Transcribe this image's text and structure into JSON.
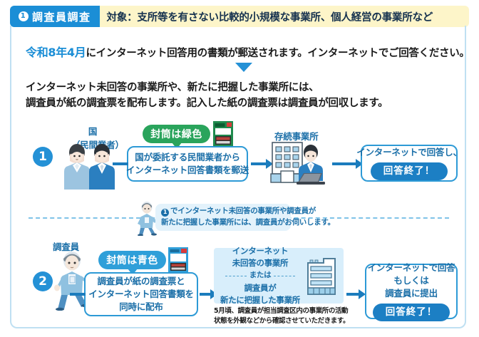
{
  "header": {
    "number": "1",
    "tab_label": "調査員調査",
    "subject": "対象：支所等を有さない比較的小規模な事業所、個人経営の事業所など"
  },
  "intro": {
    "line1_highlight": "令和8年4月",
    "line1_rest": "にインターネット回答用の書類が郵送されます。インターネットでご回答ください。",
    "arrow_icon": "down-triangle-icon",
    "line2_a": "インターネット未回答の事業所や、新たに把握した事業所には、",
    "line2_b": "調査員が紙の調査票を配布します。記入した紙の調査票は調査員が回収します。"
  },
  "row1": {
    "badge": "1",
    "actor_label_line1": "国",
    "actor_label_line2": "（民間業者）",
    "envelope_bubble": "封筒は緑色",
    "envelope_icon": "green-envelope-icon",
    "action_line1": "国が委託する民間業者から",
    "action_line2": "インターネット回答書類を郵送",
    "target_label": "存続事業所",
    "target_icon": "office-building-laptop-icon",
    "result_line1": "インターネットで回答し、",
    "result_pill": "回答終了！"
  },
  "divider": {
    "note_number": "1",
    "note_line1": "でインターネット未回答の事業所や調査員が",
    "note_line2": "新たに把握した事業所には、調査員がお伺いします。",
    "walker_icon": "walking-surveyor-icon"
  },
  "row2": {
    "badge": "2",
    "actor_label": "調査員",
    "actor_icon": "walking-surveyor-icon",
    "envelope_bubble": "封筒は青色",
    "envelope_icon": "blue-envelope-icon",
    "action_line1": "調査員が紙の調査票と",
    "action_line2": "インターネット回答書類を",
    "action_line3": "同時に配布",
    "target_line1": "インターネット",
    "target_line2": "未回答の事業所",
    "target_or": "または",
    "target_line3": "調査員が",
    "target_line4": "新たに把握した事業所",
    "target_icon": "office-building-icon",
    "caption_line1": "5月頃、調査員が担当調査区内の事業所の活動",
    "caption_line2": "状態を外観などから確認させていただきます。",
    "result_line1": "インターネットで回答",
    "result_line2": "もしくは",
    "result_line3": "調査員に提出",
    "result_pill": "回答終了！"
  },
  "colors": {
    "brand_blue": "#1b8ed6",
    "dark_blue": "#1b6fa8",
    "header_yellow": "#fdf5c9",
    "green": "#2aa45c",
    "panel_blue": "#d8eefb"
  }
}
